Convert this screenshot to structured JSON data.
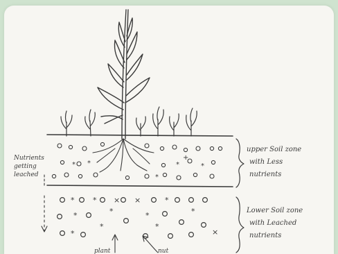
{
  "labels": {
    "leaching_note_line1": "Nutrients",
    "leaching_note_line2": "getting",
    "leaching_note_line3": "leached",
    "upper_zone_line1": "upper Soil zone",
    "upper_zone_line2": "with Less",
    "upper_zone_line3": "nutrients",
    "lower_zone_line1": "Lower Soil zone",
    "lower_zone_line2": "with Leached",
    "lower_zone_line3": "nutrients",
    "bottom_label_left": "plant",
    "bottom_label_right": "nut"
  },
  "colors": {
    "ink": "#3a3a3a",
    "paper": "#f7f6f2",
    "background": "#cfe3cf"
  }
}
